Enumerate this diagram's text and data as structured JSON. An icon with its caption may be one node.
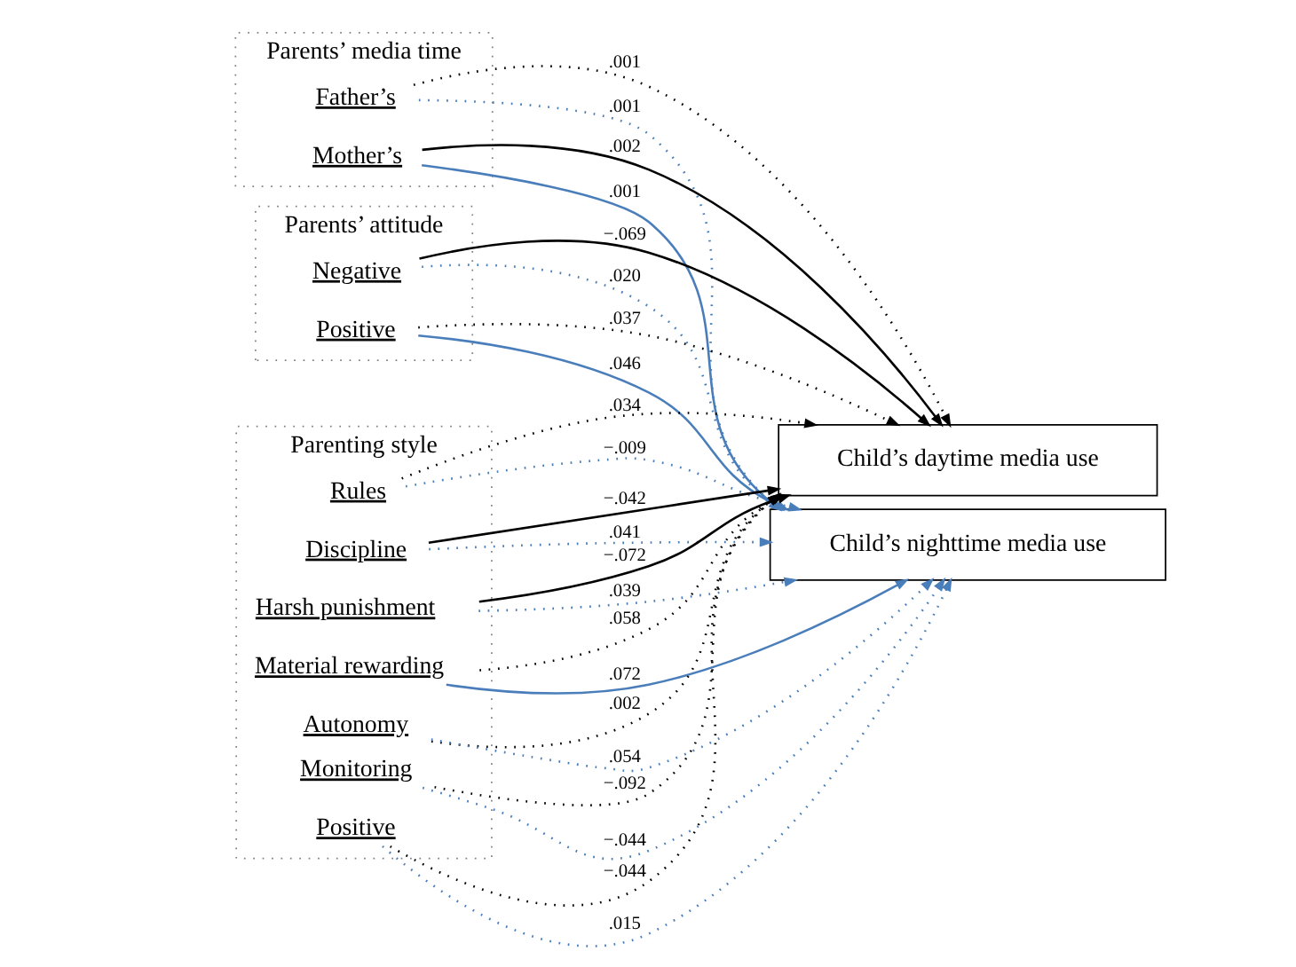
{
  "diagram": {
    "nodes": [
      {
        "text": [
          "Parents’ media time"
        ]
      },
      {
        "text": [
          "Mother’s"
        ],
        "in": 0
      },
      {
        "text": [
          "Father’s"
        ],
        "in": 0
      },
      {
        "text": [
          "Parents’ attitude"
        ]
      },
      {
        "text": [
          "Positive"
        ],
        "in": 3
      },
      {
        "text": [
          "Negative"
        ],
        "in": 3
      },
      {
        "text": [
          "Parenting style"
        ]
      },
      {
        "text": [
          "Positive"
        ],
        "in": 6
      },
      {
        "text": [
          "Monitoring"
        ],
        "in": 6
      },
      {
        "text": [
          "Rules"
        ],
        "in": 6
      },
      {
        "text": [
          "Discipline"
        ],
        "in": 6
      },
      {
        "text": [
          "Harsh punishment"
        ],
        "in": 6
      },
      {
        "text": [
          "Material rewarding"
        ],
        "in": 6
      },
      {
        "text": [
          "Autonomy"
        ],
        "in": 6
      },
      {
        "text": [
          "Child’s daytime media use"
        ]
      },
      {
        "text": [
          "Child’s nighttime media use"
        ]
      }
    ],
    "edges": [
      {
        "from": 1,
        "to": 14,
        "arrow": "to",
        "label": ".002"
      },
      {
        "from": 1,
        "to": 15,
        "arrow": "to",
        "label": ".001",
        "color": "#4a7ebb"
      },
      {
        "from": 2,
        "to": 14,
        "arrow": "to",
        "label": ".001",
        "style": "dashed"
      },
      {
        "from": 2,
        "to": 15,
        "arrow": "to",
        "label": ".001",
        "style": "dashed",
        "color": "#4a7ebb"
      },
      {
        "from": 4,
        "to": 14,
        "arrow": "to",
        "label": ".037",
        "style": "dashed"
      },
      {
        "from": 4,
        "to": 15,
        "arrow": "to",
        "label": ".046",
        "color": "#4a7ebb"
      },
      {
        "from": 5,
        "to": 14,
        "arrow": "to",
        "label": "−.069"
      },
      {
        "from": 5,
        "to": 15,
        "arrow": "to",
        "label": ".020",
        "style": "dashed",
        "color": "#4a7ebb"
      },
      {
        "from": 7,
        "to": 14,
        "arrow": "to",
        "label": "−.044",
        "style": "dashed"
      },
      {
        "from": 7,
        "to": 15,
        "arrow": "to",
        "label": ".015",
        "style": "dashed",
        "color": "#4a7ebb"
      },
      {
        "from": 8,
        "to": 14,
        "arrow": "to",
        "label": "−.092",
        "style": "dashed"
      },
      {
        "from": 8,
        "to": 15,
        "arrow": "to",
        "label": "−.044",
        "style": "dashed",
        "color": "#4a7ebb"
      },
      {
        "from": 9,
        "to": 14,
        "arrow": "to",
        "label": ".034",
        "style": "dashed"
      },
      {
        "from": 9,
        "to": 15,
        "arrow": "to",
        "label": "−.009",
        "style": "dashed",
        "color": "#4a7ebb"
      },
      {
        "from": 10,
        "to": 14,
        "arrow": "to",
        "label": "−.042"
      },
      {
        "from": 10,
        "to": 15,
        "arrow": "to",
        "label": ".041",
        "style": "dashed",
        "color": "#4a7ebb"
      },
      {
        "from": 11,
        "to": 14,
        "arrow": "to",
        "label": "−.072"
      },
      {
        "from": 11,
        "to": 15,
        "arrow": "to",
        "label": ".039",
        "style": "dashed",
        "color": "#4a7ebb"
      },
      {
        "from": 12,
        "to": 14,
        "arrow": "to",
        "label": ".058",
        "style": "dashed"
      },
      {
        "from": 12,
        "to": 15,
        "arrow": "to",
        "label": ".072",
        "color": "#4a7ebb"
      },
      {
        "from": 13,
        "to": 14,
        "arrow": "to",
        "label": ".002",
        "style": "dashed"
      },
      {
        "from": 13,
        "to": 15,
        "arrow": "to",
        "label": ".054",
        "style": "dashed",
        "color": "#4a7ebb"
      }
    ]
  }
}
